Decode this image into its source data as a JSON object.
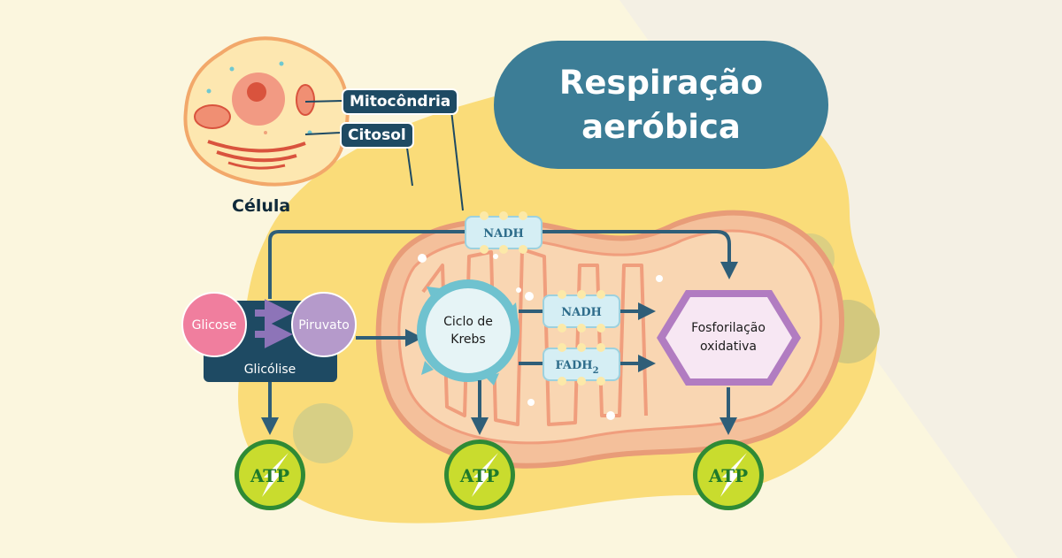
{
  "title": {
    "line1": "Respiração",
    "line2": "aeróbica"
  },
  "cell": {
    "label": "Célula",
    "tag_mitochondria": "Mitocôndria",
    "tag_cytosol": "Citosol"
  },
  "glycolysis": {
    "glucose": "Glicose",
    "pyruvate": "Piruvato",
    "label": "Glicólise"
  },
  "krebs": {
    "line1": "Ciclo de",
    "line2": "Krebs"
  },
  "carriers": {
    "nadh_top": "NADH",
    "nadh_mid": "NADH",
    "fadh": "FADH",
    "fadh_sub": "2"
  },
  "oxphos": {
    "line1": "Fosforilação",
    "line2": "oxidativa"
  },
  "atp": [
    "ATP",
    "ATP",
    "ATP"
  ],
  "colors": {
    "title_bg": "#3c7d96",
    "tag_bg": "#1e4a63",
    "glucose": "#f07e9e",
    "pyruvate": "#b59acb",
    "arrow": "#2f5e78",
    "atp_fill": "#c9dc2e",
    "atp_border": "#2f8a35",
    "oxphos_border": "#b17cc1"
  }
}
